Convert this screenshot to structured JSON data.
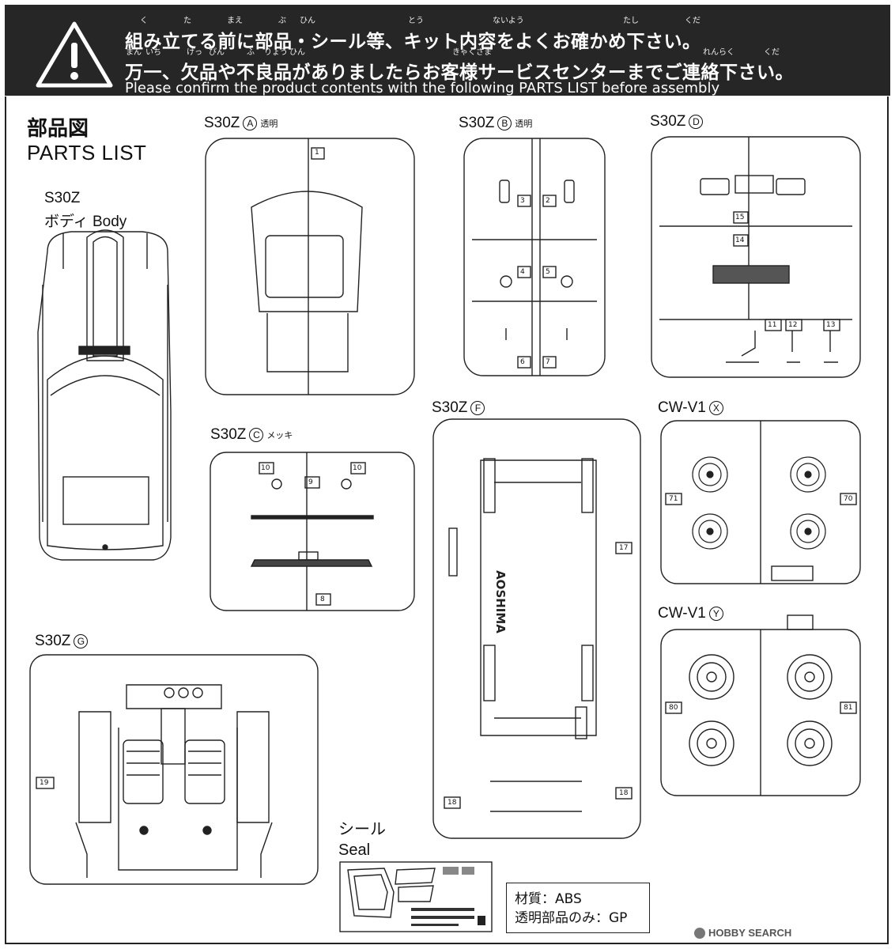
{
  "banner": {
    "line1": "組み立てる前に部品・シール等、キット内容をよくお確かめ下さい。",
    "line2": "万一、欠品や不良品がありましたらお客様サービスセンターまでご連絡下さい。",
    "line3": "Please confirm the product contents with the following PARTS LIST before assembly",
    "ruby1": [
      "く",
      "た",
      "まえ",
      "ぶ",
      "ひん",
      "とう",
      "ないよう",
      "たし",
      "くだ"
    ],
    "ruby2": [
      "まん",
      "いち",
      "けっ",
      "ぴん",
      "ふ",
      "りょう",
      "ひん",
      "きゃく",
      "さま",
      "れんらく",
      "くだ"
    ]
  },
  "title": {
    "jp": "部品図",
    "en": "PARTS LIST"
  },
  "body": {
    "model": "S30Z",
    "name": "ボディ Body"
  },
  "sprues": {
    "a": {
      "model": "S30Z",
      "letter": "A",
      "note": "透明"
    },
    "b": {
      "model": "S30Z",
      "letter": "B",
      "note": "透明"
    },
    "c": {
      "model": "S30Z",
      "letter": "C",
      "note": "メッキ"
    },
    "d": {
      "model": "S30Z",
      "letter": "D",
      "note": ""
    },
    "f": {
      "model": "S30Z",
      "letter": "F",
      "note": ""
    },
    "g": {
      "model": "S30Z",
      "letter": "G",
      "note": ""
    },
    "x": {
      "model": "CW-V1",
      "letter": "X",
      "note": ""
    },
    "y": {
      "model": "CW-V1",
      "letter": "Y",
      "note": ""
    }
  },
  "part_numbers": {
    "a": [
      "1"
    ],
    "b": [
      "3",
      "2",
      "4",
      "5",
      "6",
      "7"
    ],
    "c": [
      "10",
      "9",
      "10",
      "8"
    ],
    "d": [
      "15",
      "14",
      "11",
      "12",
      "13"
    ],
    "f": [
      "17",
      "18",
      "18"
    ],
    "g": [
      "19"
    ],
    "x": [
      "71",
      "70"
    ],
    "y": [
      "80",
      "81"
    ]
  },
  "brand_mark": "AOSHIMA",
  "seal": {
    "jp": "シール",
    "en": "Seal"
  },
  "material": {
    "line1": "材質：ABS",
    "line2": "透明部品のみ：GP"
  },
  "watermark": "HOBBY SEARCH"
}
